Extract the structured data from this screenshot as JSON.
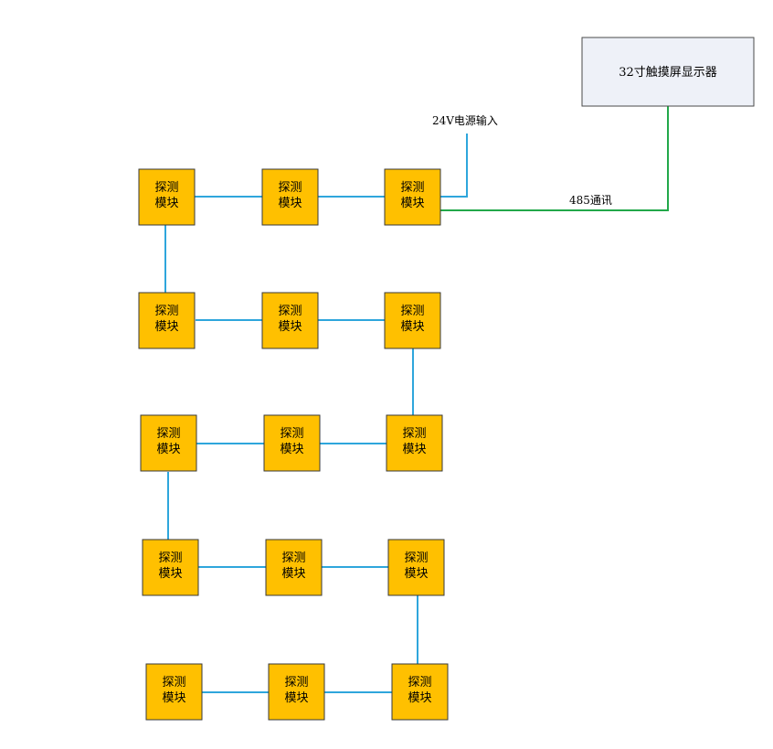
{
  "display": {
    "label": "32寸触摸屏显示器"
  },
  "labels": {
    "power_input": "24V电源输入",
    "comm": "485通讯"
  },
  "module_label": {
    "line1": "探测",
    "line2": "模块"
  },
  "colors": {
    "module_fill": "#FFC000",
    "module_stroke": "#3A3A3A",
    "display_fill": "#EEF1F8",
    "display_stroke": "#4A4A4A",
    "blue_wire": "#2EA6DC",
    "green_wire": "#22A84A"
  },
  "modules": [
    {
      "id": "r1c1"
    },
    {
      "id": "r1c2"
    },
    {
      "id": "r1c3"
    },
    {
      "id": "r2c1"
    },
    {
      "id": "r2c2"
    },
    {
      "id": "r2c3"
    },
    {
      "id": "r3c1"
    },
    {
      "id": "r3c2"
    },
    {
      "id": "r3c3"
    },
    {
      "id": "r4c1"
    },
    {
      "id": "r4c2"
    },
    {
      "id": "r4c3"
    },
    {
      "id": "r5c1"
    },
    {
      "id": "r5c2"
    },
    {
      "id": "r5c3"
    }
  ]
}
